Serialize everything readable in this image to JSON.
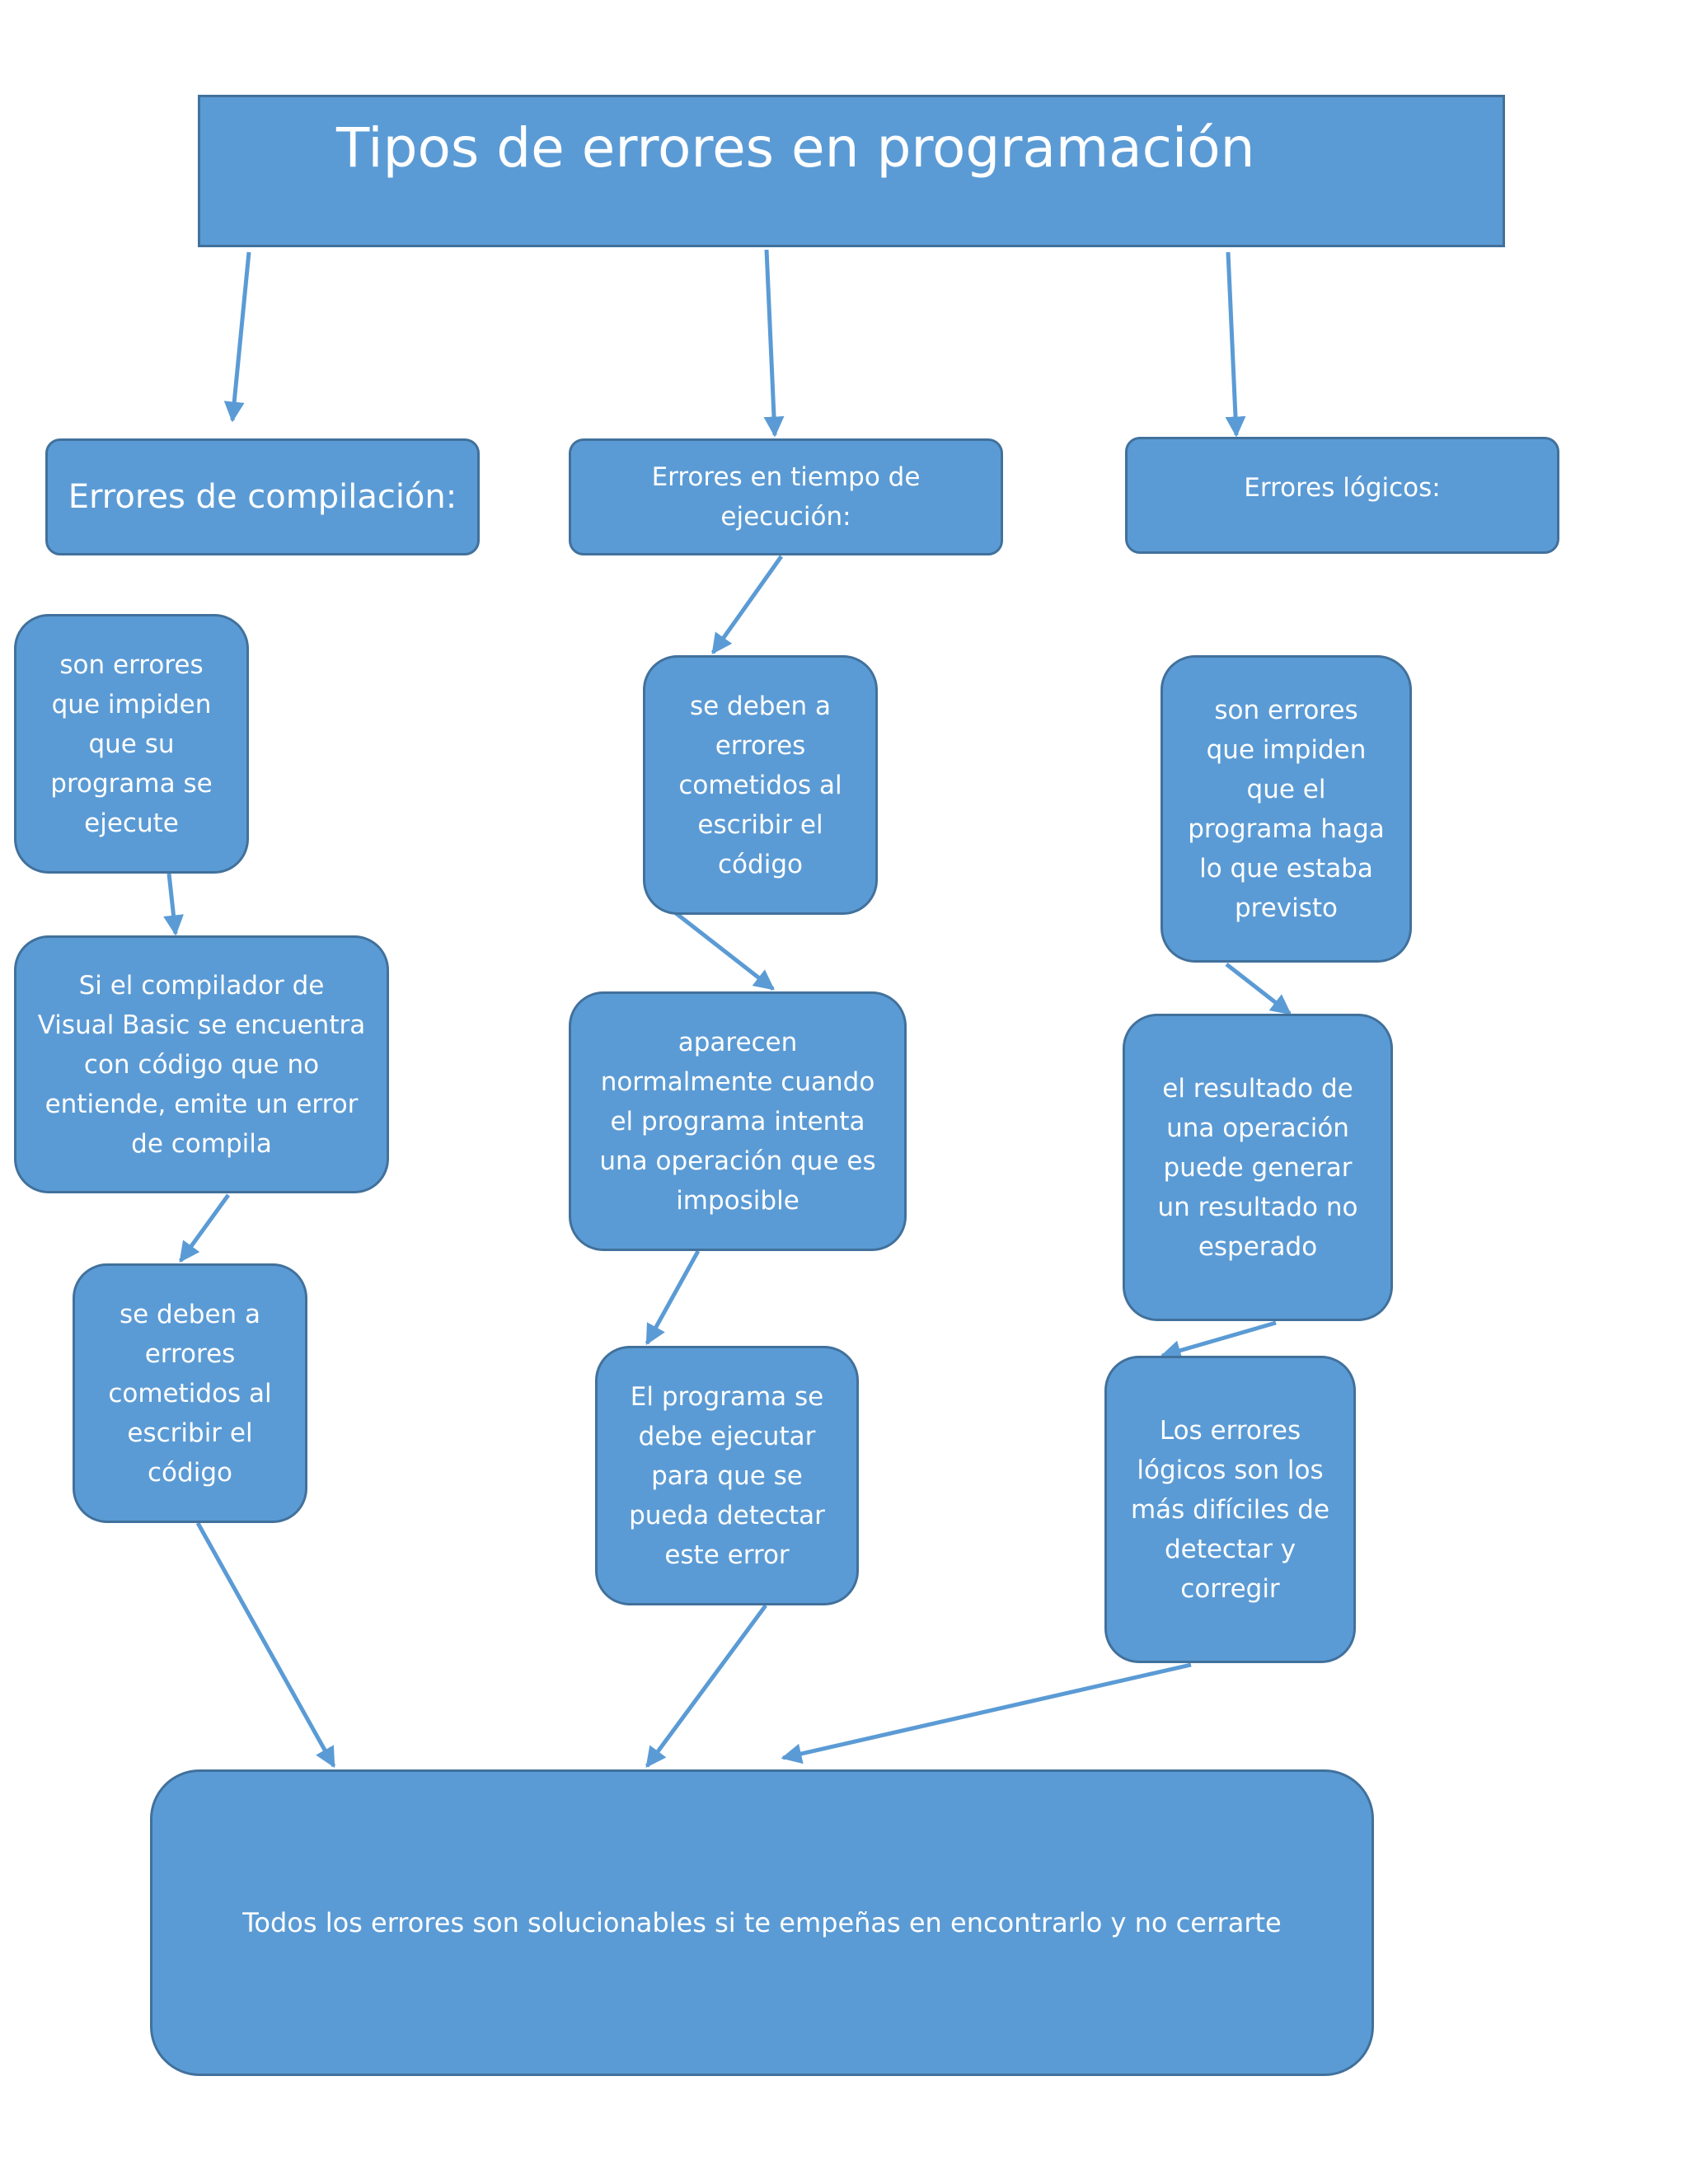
{
  "colors": {
    "box_fill": "#5b9bd5",
    "box_border": "#41719c",
    "text": "#ffffff",
    "arrow": "#5b9bd5"
  },
  "title": "Tipos de errores en programación",
  "categories": {
    "compilacion": "Errores de compilación:",
    "ejecucion": "Errores  en tiempo de\nejecución:",
    "logicos": "Errores lógicos:"
  },
  "compilacion_boxes": [
    "son errores\nque impiden\nque su\nprograma se\nejecute",
    "Si el compilador de\nVisual Basic se encuentra\ncon código que no\nentiende, emite un error\nde compila",
    "se deben a\nerrores\ncometidos al\nescribir el\ncódigo"
  ],
  "ejecucion_boxes": [
    "se deben a\nerrores\ncometidos al\nescribir el\ncódigo",
    "aparecen\nnormalmente cuando\nel programa intenta\nuna operación que es\nimposible",
    "El programa se\ndebe ejecutar\npara que se\npueda detectar\neste error"
  ],
  "logicos_boxes": [
    "son errores\nque impiden\nque el\nprograma haga\nlo que estaba\nprevisto",
    "el resultado de\nuna operación\npuede generar\nun resultado no\nesperado",
    "Los errores\nlógicos son los\nmás difíciles de\ndetectar y\ncorregir"
  ],
  "conclusion": "Todos los errores son solucionables si te empeñas en encontrarlo y no cerrarte"
}
